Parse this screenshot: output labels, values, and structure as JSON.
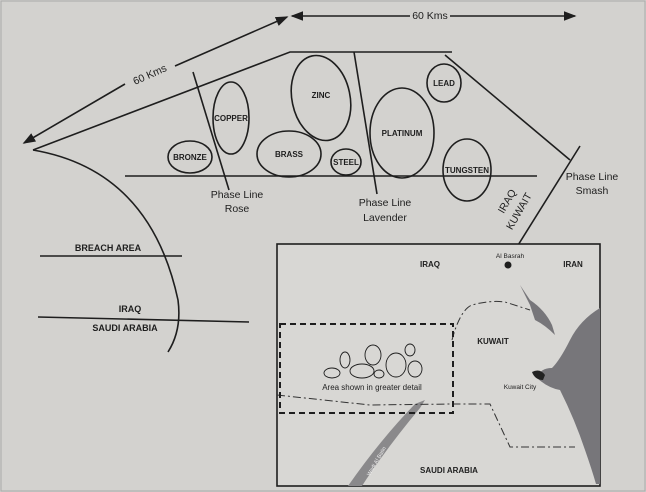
{
  "scale": {
    "top_label": "60 Kms",
    "diagonal_label": "60 Kms"
  },
  "objectives": [
    {
      "name": "BRONZE"
    },
    {
      "name": "COPPER"
    },
    {
      "name": "BRASS"
    },
    {
      "name": "ZINC"
    },
    {
      "name": "STEEL"
    },
    {
      "name": "PLATINUM"
    },
    {
      "name": "LEAD"
    },
    {
      "name": "TUNGSTEN"
    }
  ],
  "phase_lines": {
    "rose": [
      "Phase Line",
      "Rose"
    ],
    "lavender": [
      "Phase Line",
      "Lavender"
    ],
    "smash": [
      "Phase Line",
      "Smash"
    ]
  },
  "border_labels": {
    "iraq": "IRAQ",
    "kuwait": "KUWAIT"
  },
  "left_area": {
    "breach": "BREACH AREA",
    "iraq": "IRAQ",
    "saudi": "SAUDI ARABIA"
  },
  "inset": {
    "iraq": "IRAQ",
    "iran": "IRAN",
    "al_basrah": "Al Basrah",
    "kuwait": "KUWAIT",
    "kuwait_city": "Kuwait City",
    "saudi": "SAUDI ARABIA",
    "wadi": "Wadi Al Batin",
    "detail_note": "Area shown in greater detail"
  }
}
